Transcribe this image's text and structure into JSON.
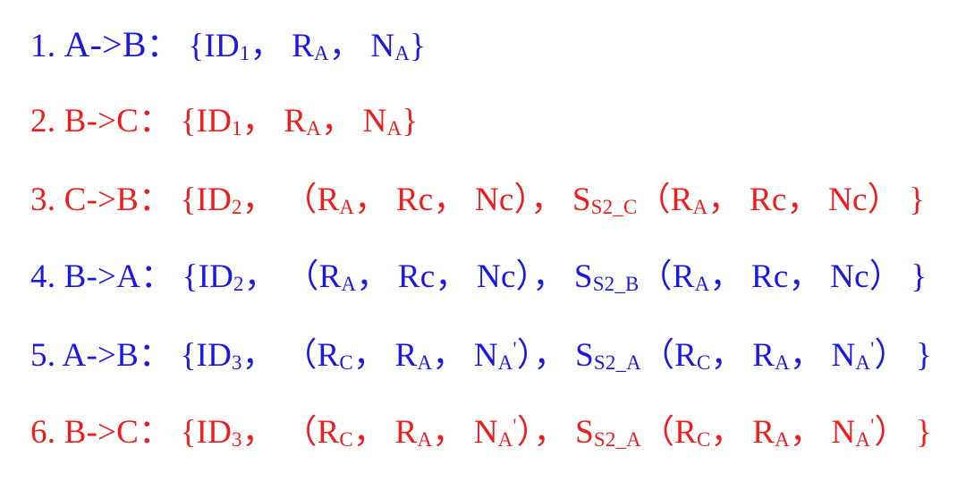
{
  "colors": {
    "blue": "#1a18e6",
    "red": "#ee1c1c"
  },
  "lines": [
    {
      "color": "blue",
      "segments": [
        {
          "t": "1. "
        },
        {
          "t": "A->B",
          "big": true
        },
        {
          "t": "： {ID"
        },
        {
          "t": "1",
          "sub": true
        },
        {
          "t": "， R"
        },
        {
          "t": "A",
          "sub": true
        },
        {
          "t": "， N"
        },
        {
          "t": "A",
          "sub": true
        },
        {
          "t": "}"
        }
      ]
    },
    {
      "color": "red",
      "segments": [
        {
          "t": "2. B->C： {ID"
        },
        {
          "t": "1",
          "sub": true
        },
        {
          "t": "， R"
        },
        {
          "t": "A",
          "sub": true
        },
        {
          "t": "， N"
        },
        {
          "t": "A",
          "sub": true
        },
        {
          "t": "}"
        }
      ]
    },
    {
      "color": "red",
      "segments": [
        {
          "t": "3. C->B： {ID"
        },
        {
          "t": "2",
          "sub": true
        },
        {
          "t": "， （R"
        },
        {
          "t": "A",
          "sub": true
        },
        {
          "t": "， Rc， Nc）， S"
        },
        {
          "t": "S2_C",
          "sub": true
        },
        {
          "t": "（R"
        },
        {
          "t": "A",
          "sub": true
        },
        {
          "t": "， Rc， Nc） }"
        }
      ]
    },
    {
      "color": "blue",
      "segments": [
        {
          "t": "4. B->A： {ID"
        },
        {
          "t": "2",
          "sub": true
        },
        {
          "t": "， （R"
        },
        {
          "t": "A",
          "sub": true
        },
        {
          "t": "， Rc， Nc）， S"
        },
        {
          "t": "S2_B",
          "sub": true
        },
        {
          "t": "（R"
        },
        {
          "t": "A",
          "sub": true
        },
        {
          "t": "， Rc， Nc） }"
        }
      ]
    },
    {
      "color": "blue",
      "segments": [
        {
          "t": "5. A->B： {ID"
        },
        {
          "t": "3",
          "sub": true
        },
        {
          "t": "， （R"
        },
        {
          "t": "C",
          "sub": true
        },
        {
          "t": "， R"
        },
        {
          "t": "A",
          "sub": true
        },
        {
          "t": "， N"
        },
        {
          "t": "A",
          "sub": true
        },
        {
          "t": "'",
          "sup": true
        },
        {
          "t": "）， S"
        },
        {
          "t": "S2_A",
          "sub": true
        },
        {
          "t": "（R"
        },
        {
          "t": "C",
          "sub": true
        },
        {
          "t": "， R"
        },
        {
          "t": "A",
          "sub": true
        },
        {
          "t": "， N"
        },
        {
          "t": "A",
          "sub": true
        },
        {
          "t": "'",
          "sup": true
        },
        {
          "t": "） }"
        }
      ]
    },
    {
      "color": "red",
      "segments": [
        {
          "t": "6. B->C： {ID"
        },
        {
          "t": "3",
          "sub": true
        },
        {
          "t": "， （R"
        },
        {
          "t": "C",
          "sub": true
        },
        {
          "t": "， R"
        },
        {
          "t": "A",
          "sub": true
        },
        {
          "t": "， N"
        },
        {
          "t": "A",
          "sub": true
        },
        {
          "t": "'",
          "sup": true
        },
        {
          "t": "）， S"
        },
        {
          "t": "S2_A",
          "sub": true
        },
        {
          "t": "（R"
        },
        {
          "t": "C",
          "sub": true
        },
        {
          "t": "， R"
        },
        {
          "t": "A",
          "sub": true
        },
        {
          "t": "， N"
        },
        {
          "t": "A",
          "sub": true
        },
        {
          "t": "'",
          "sup": true
        },
        {
          "t": "） }"
        }
      ]
    }
  ]
}
